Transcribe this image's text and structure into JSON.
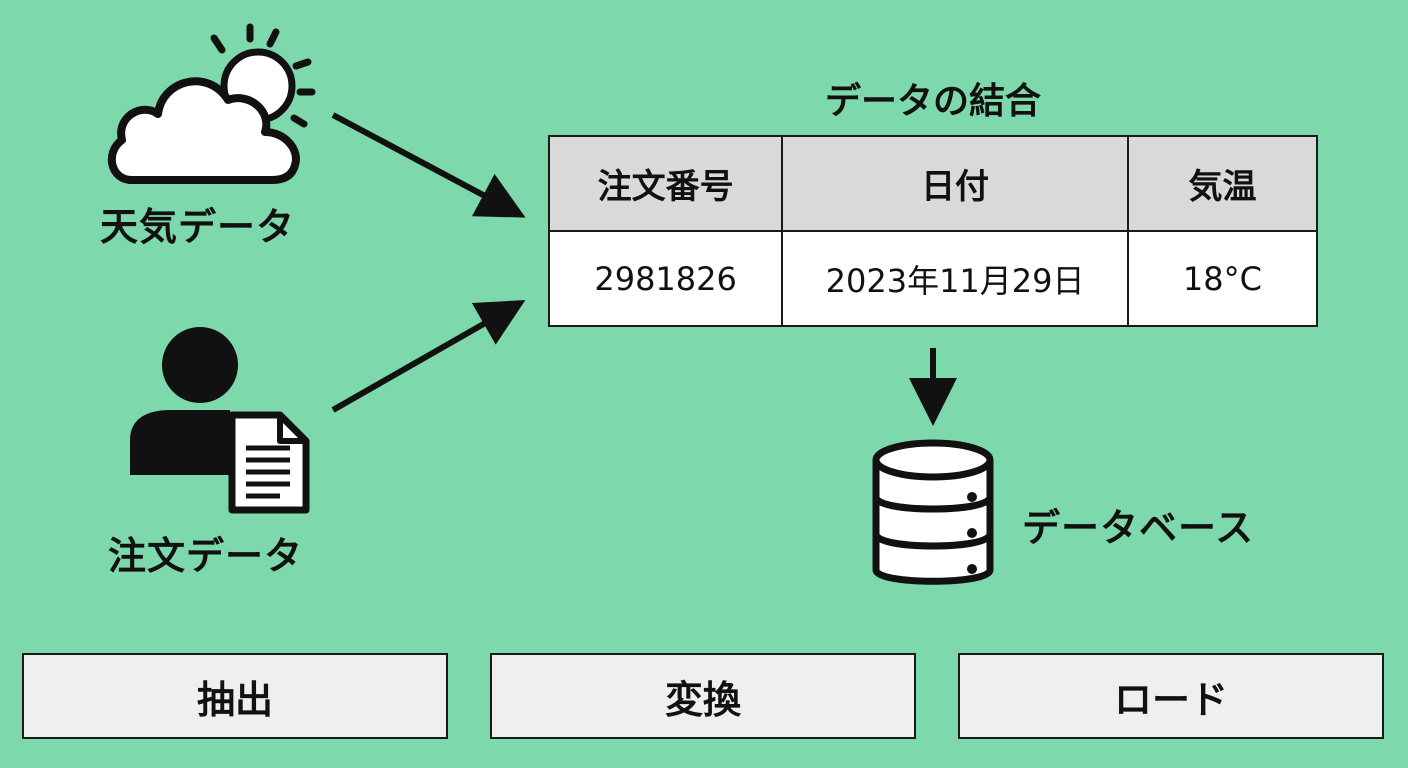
{
  "sources": {
    "weather": {
      "label": "天気データ",
      "icon": "cloud-sun-icon"
    },
    "orders": {
      "label": "注文データ",
      "icon": "user-document-icon"
    }
  },
  "join": {
    "title": "データの結合",
    "headers": [
      "注文番号",
      "日付",
      "気温"
    ],
    "row": [
      "2981826",
      "2023年11月29日",
      "18°C"
    ]
  },
  "database": {
    "label": "データベース",
    "icon": "database-icon"
  },
  "stages": [
    "抽出",
    "変換",
    "ロード"
  ],
  "colors": {
    "background": "#7dd9ab",
    "header_fill": "#d9d9d9",
    "stage_fill": "#efefef",
    "ink": "#111111"
  }
}
